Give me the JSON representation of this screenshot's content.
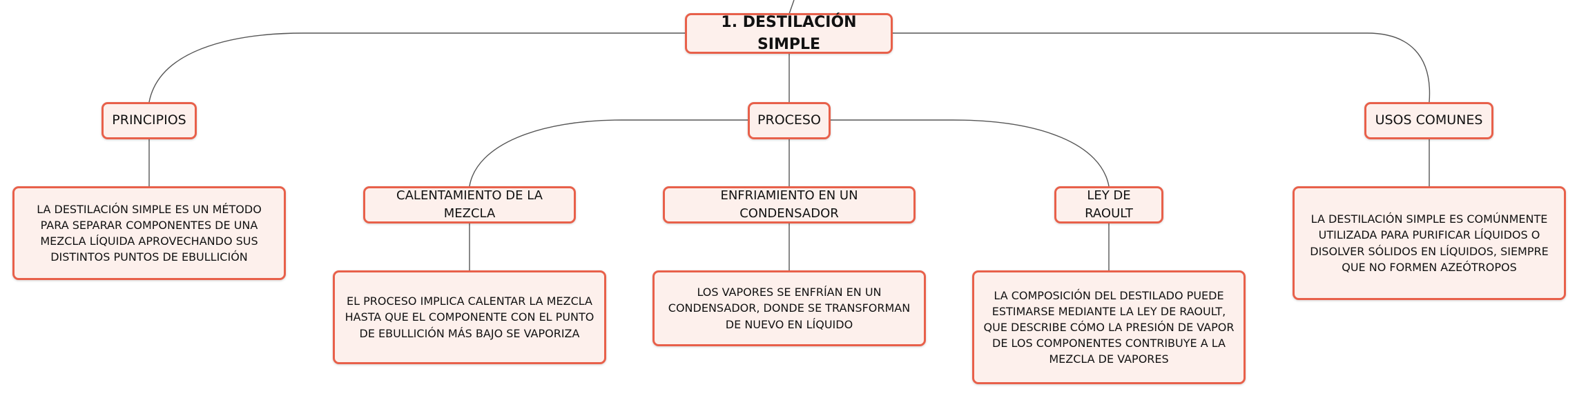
{
  "root": "1. DESTILACIÓN SIMPLE",
  "principios": {
    "label": "PRINCIPIOS",
    "desc": "LA DESTILACIÓN SIMPLE ES UN MÉTODO PARA SEPARAR COMPONENTES DE UNA MEZCLA LÍQUIDA APROVECHANDO SUS DISTINTOS PUNTOS DE EBULLICIÓN"
  },
  "proceso": {
    "label": "PROCESO",
    "calentamiento": {
      "label": "CALENTAMIENTO DE LA MEZCLA",
      "desc": "EL PROCESO IMPLICA CALENTAR LA MEZCLA HASTA QUE EL COMPONENTE CON EL PUNTO DE EBULLICIÓN MÁS BAJO SE VAPORIZA"
    },
    "enfriamiento": {
      "label": "ENFRIAMIENTO EN UN CONDENSADOR",
      "desc": "LOS VAPORES SE ENFRÍAN EN UN CONDENSADOR, DONDE SE TRANSFORMAN DE NUEVO EN LÍQUIDO"
    },
    "raoult": {
      "label": "LEY DE RAOULT",
      "desc": "LA COMPOSICIÓN DEL DESTILADO PUEDE ESTIMARSE MEDIANTE LA LEY DE RAOULT, QUE DESCRIBE CÓMO LA PRESIÓN DE VAPOR DE LOS COMPONENTES CONTRIBUYE A LA MEZCLA DE VAPORES"
    }
  },
  "usos": {
    "label": "USOS COMUNES",
    "desc": "LA DESTILACIÓN SIMPLE ES COMÚNMENTE UTILIZADA PARA PURIFICAR LÍQUIDOS O DISOLVER SÓLIDOS EN LÍQUIDOS, SIEMPRE QUE NO FORMEN AZEÓTROPOS"
  },
  "colors": {
    "border": "#e8604a",
    "fill": "#fdf0ec",
    "line": "#555555"
  }
}
